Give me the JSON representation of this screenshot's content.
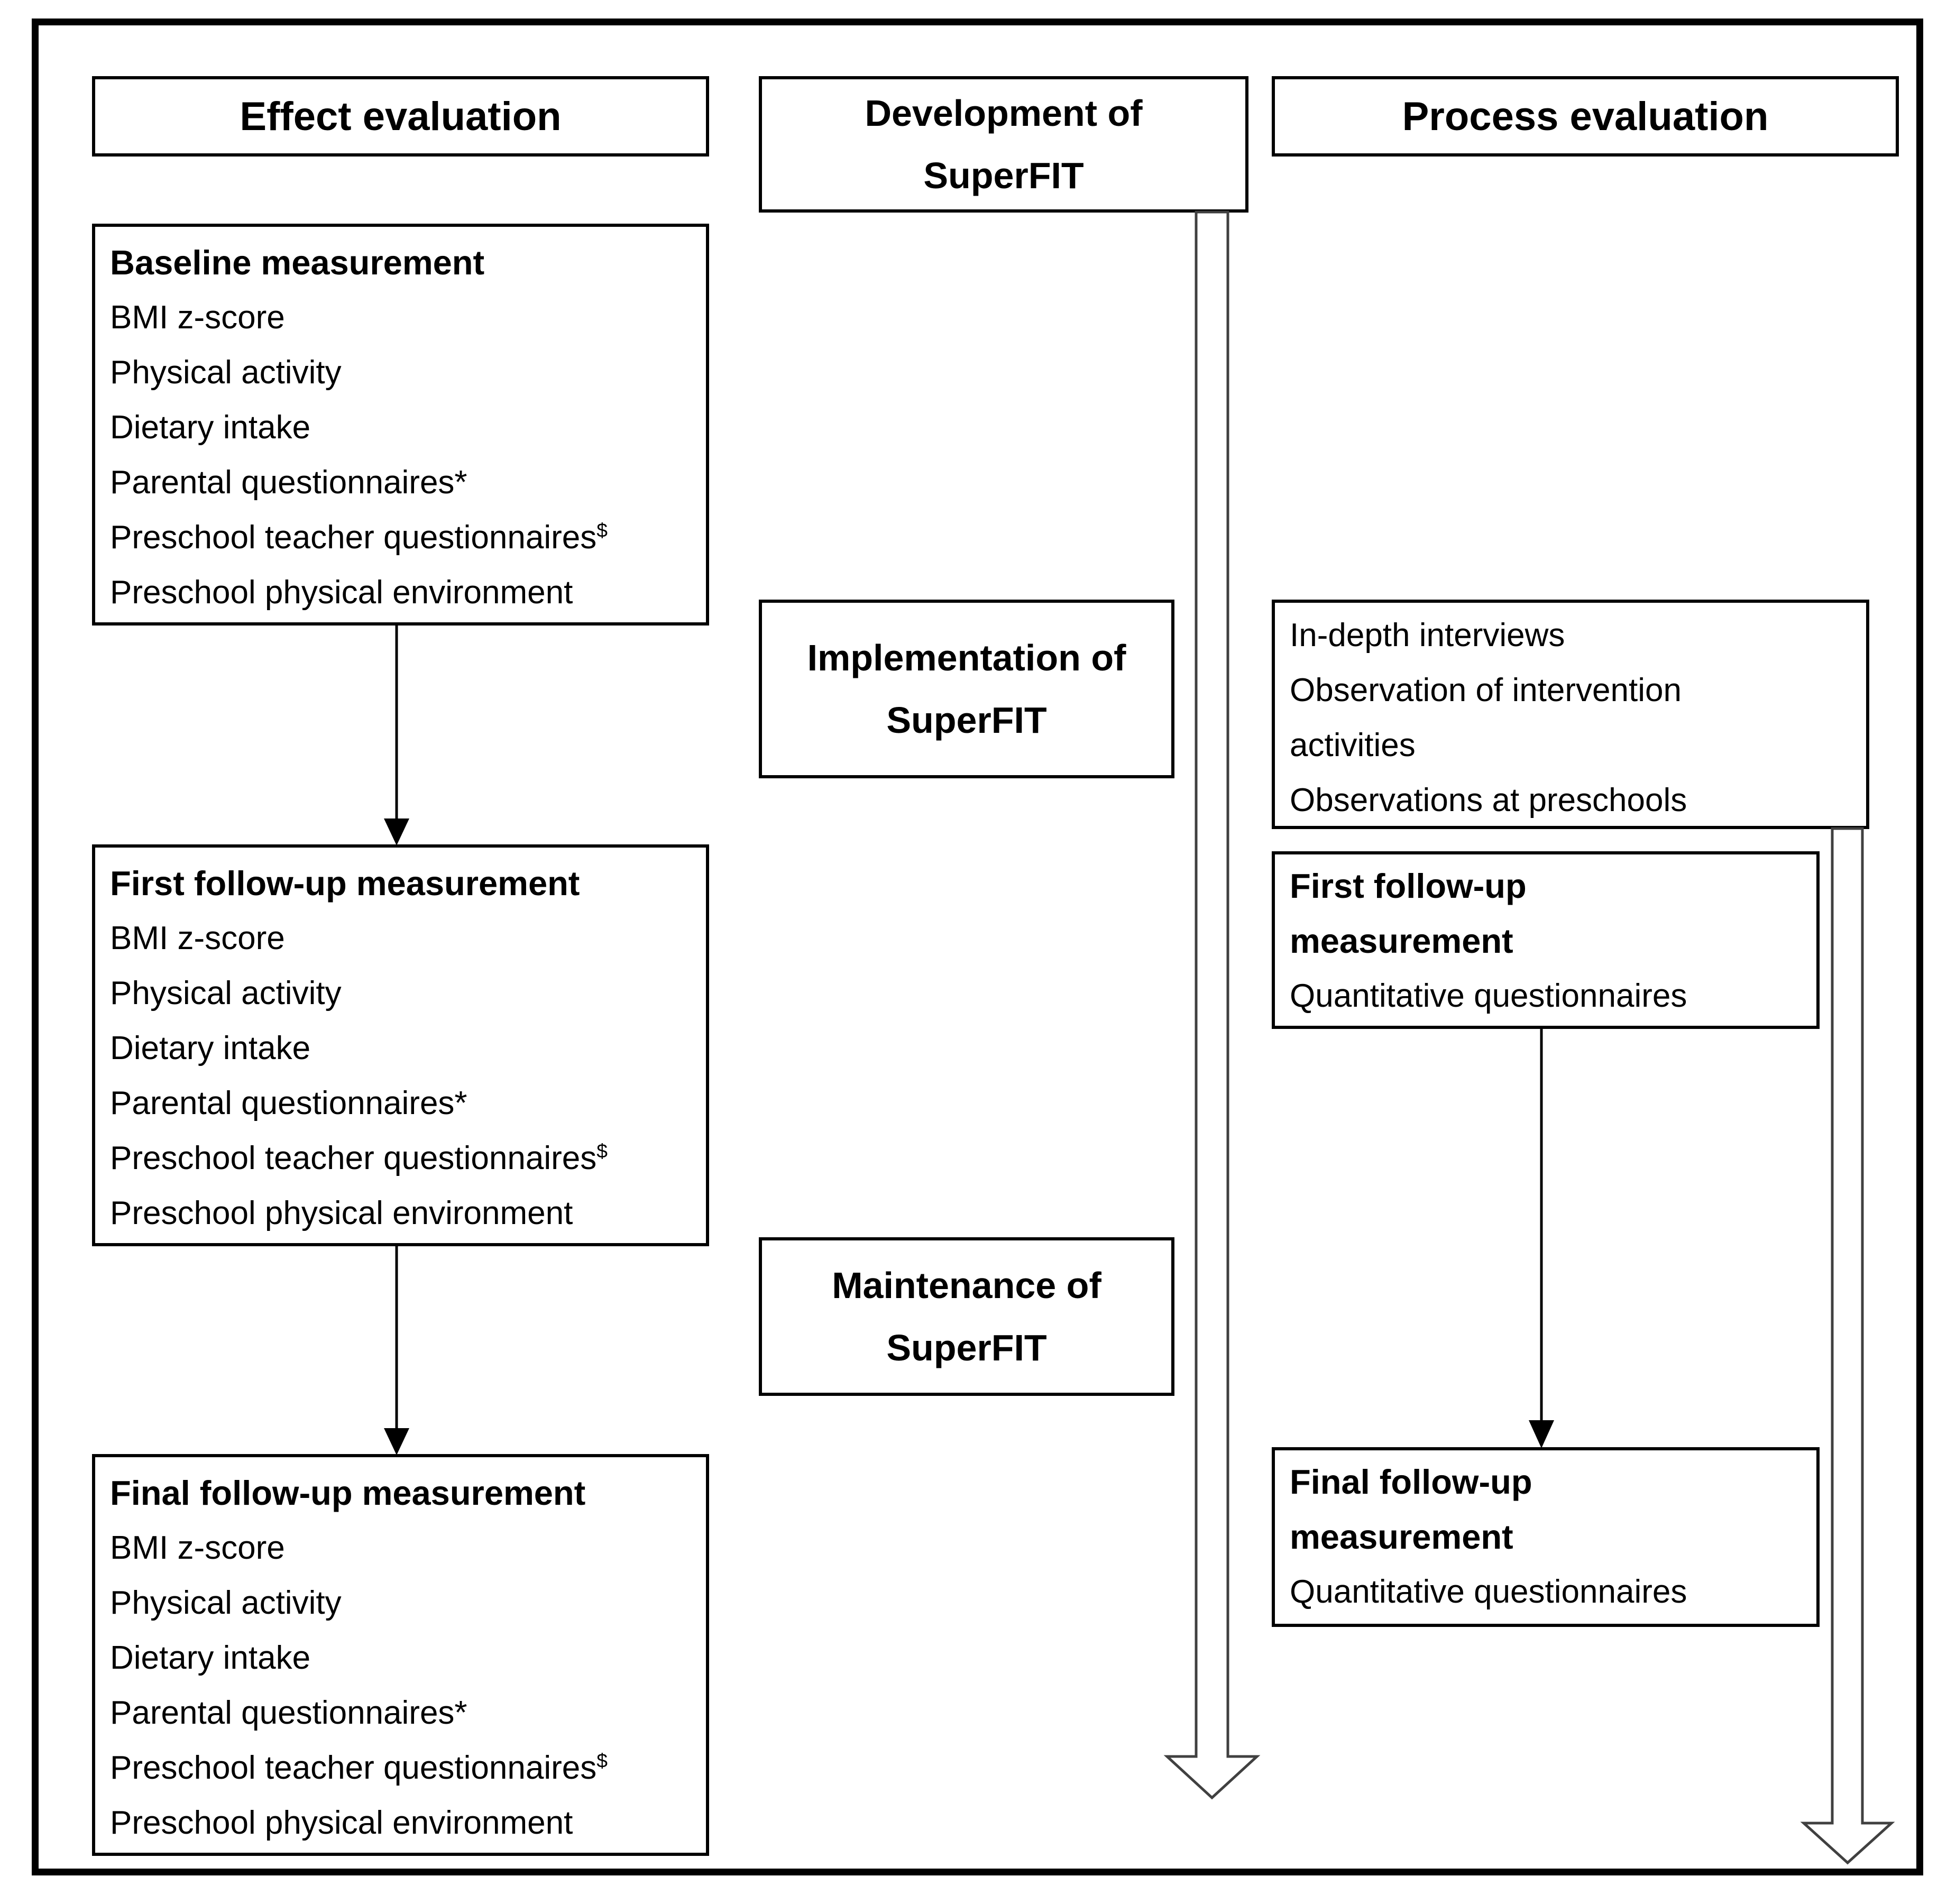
{
  "colors": {
    "background": "#ffffff",
    "box_border": "#000000",
    "text": "#000000",
    "timeline_arrow_outline": "#404040"
  },
  "left": {
    "header": "Effect evaluation",
    "boxes": [
      {
        "title": "Baseline measurement",
        "items": [
          {
            "text": "BMI z-score",
            "sup": ""
          },
          {
            "text": "Physical activity",
            "sup": ""
          },
          {
            "text": "Dietary intake",
            "sup": ""
          },
          {
            "text": "Parental questionnaires*",
            "sup": ""
          },
          {
            "text": "Preschool teacher questionnaires",
            "sup": "$"
          },
          {
            "text": "Preschool physical environment",
            "sup": ""
          }
        ]
      },
      {
        "title": "First follow-up measurement",
        "items": [
          {
            "text": "BMI z-score",
            "sup": ""
          },
          {
            "text": "Physical activity",
            "sup": ""
          },
          {
            "text": "Dietary intake",
            "sup": ""
          },
          {
            "text": "Parental questionnaires*",
            "sup": ""
          },
          {
            "text": "Preschool teacher questionnaires",
            "sup": "$"
          },
          {
            "text": "Preschool physical environment",
            "sup": ""
          }
        ]
      },
      {
        "title": "Final follow-up measurement",
        "items": [
          {
            "text": "BMI z-score",
            "sup": ""
          },
          {
            "text": "Physical activity",
            "sup": ""
          },
          {
            "text": "Dietary intake",
            "sup": ""
          },
          {
            "text": "Parental questionnaires*",
            "sup": ""
          },
          {
            "text": "Preschool teacher questionnaires",
            "sup": "$"
          },
          {
            "text": "Preschool physical environment",
            "sup": ""
          }
        ]
      }
    ]
  },
  "middle": {
    "development": {
      "line1": "Development of",
      "line2": "SuperFIT"
    },
    "implementation": {
      "line1": "Implementation of",
      "line2": "SuperFIT"
    },
    "maintenance": {
      "line1": "Maintenance of",
      "line2": "SuperFIT"
    }
  },
  "right": {
    "header": "Process evaluation",
    "qualitative_box": {
      "lines": [
        "In-depth interviews",
        "Observation of intervention",
        "activities",
        "Observations at preschools"
      ]
    },
    "first_followup": {
      "title_line1": "First follow-up",
      "title_line2": "measurement",
      "item": "Quantitative questionnaires"
    },
    "final_followup": {
      "title_line1": "Final follow-up",
      "title_line2": "measurement",
      "item": "Quantitative questionnaires"
    }
  }
}
